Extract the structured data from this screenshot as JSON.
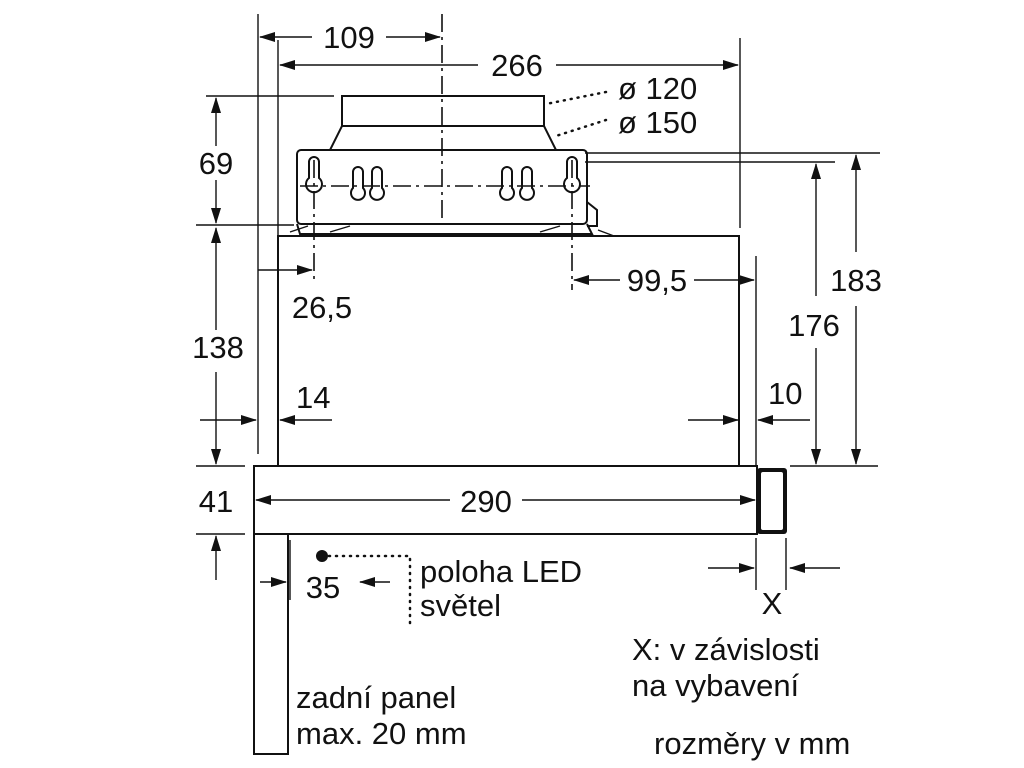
{
  "dimensions": {
    "d109": "109",
    "d266": "266",
    "d120": "ø 120",
    "d150": "ø 150",
    "d69": "69",
    "d26_5": "26,5",
    "d99_5": "99,5",
    "d183": "183",
    "d176": "176",
    "d138": "138",
    "d14": "14",
    "d10": "10",
    "d41": "41",
    "d290": "290",
    "d35": "35",
    "dX": "X"
  },
  "labels": {
    "led_line1": "poloha LED",
    "led_line2": "světel",
    "x_line1": "X: v závislosti",
    "x_line2": "na vybavení",
    "panel_line1": "zadní panel",
    "panel_line2": "max. 20 mm",
    "units": "rozměry v mm"
  }
}
